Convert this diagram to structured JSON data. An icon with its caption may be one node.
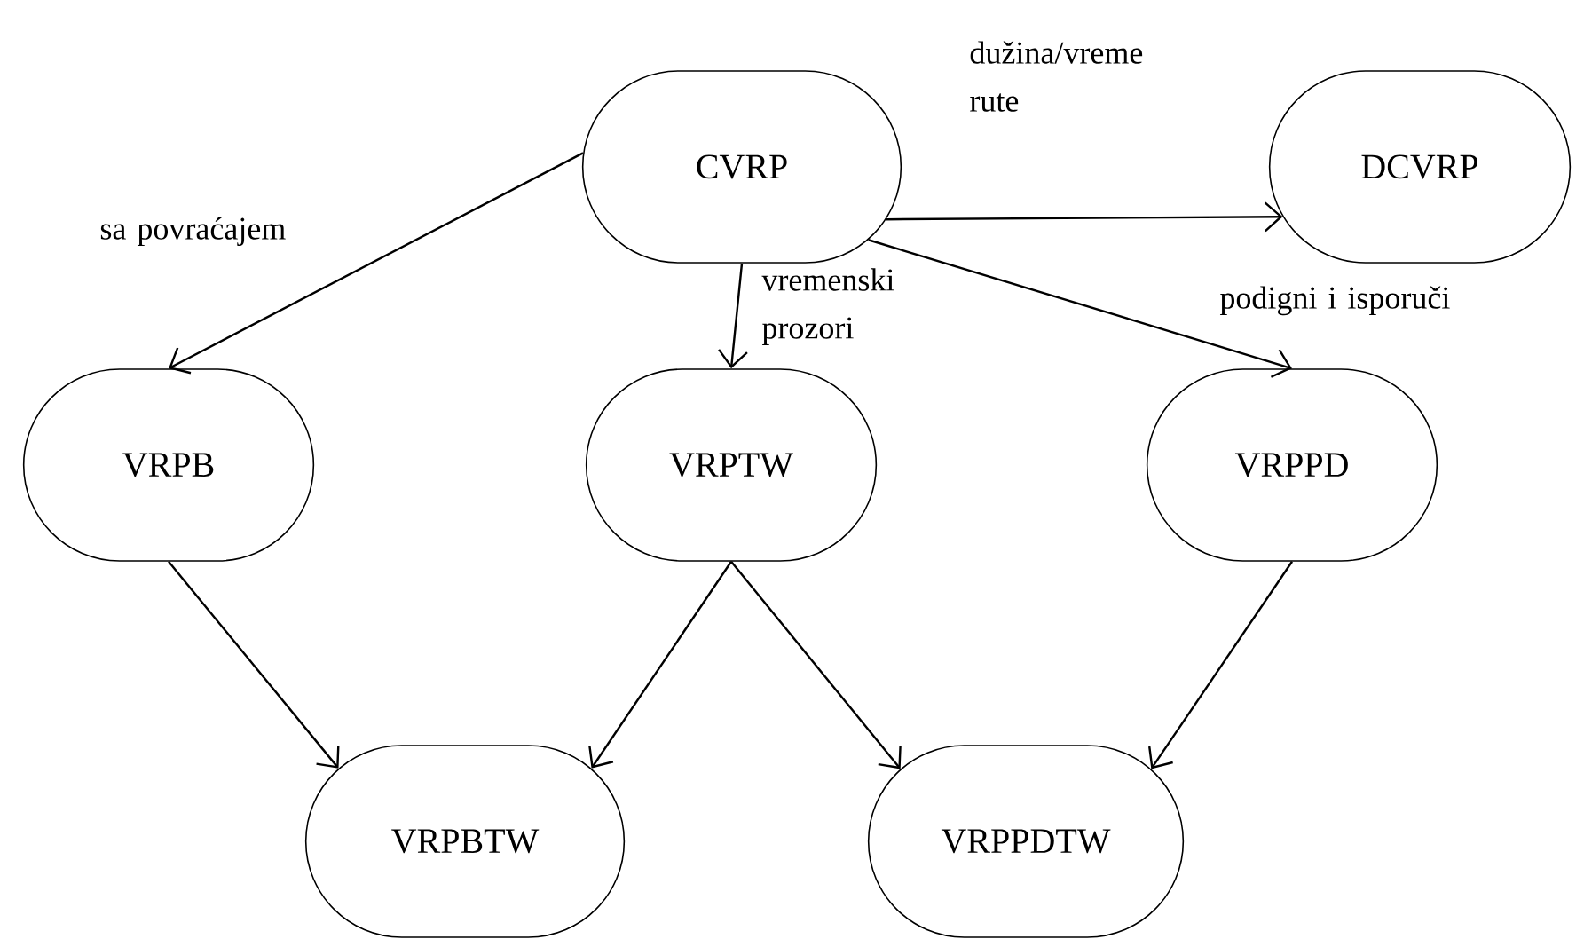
{
  "diagram": {
    "nodes": [
      {
        "text": [
          "CVRP"
        ]
      },
      {
        "text": [
          "DCVRP"
        ]
      },
      {
        "text": [
          "VRPB"
        ]
      },
      {
        "text": [
          "VRPTW"
        ]
      },
      {
        "text": [
          "VRPPD"
        ]
      },
      {
        "text": [
          "VRPBTW"
        ]
      },
      {
        "text": [
          "VRPPDTW"
        ]
      }
    ],
    "edges": [
      {
        "from": 0,
        "to": 1,
        "arrow": "to",
        "label": "dužina/vreme rute"
      },
      {
        "from": 0,
        "to": 2,
        "arrow": "to",
        "label": "sa povraćajem"
      },
      {
        "from": 0,
        "to": 3,
        "arrow": "to",
        "label": "vremenski prozori"
      },
      {
        "from": 0,
        "to": 4,
        "arrow": "to",
        "label": "podigni i isporuči"
      },
      {
        "from": 2,
        "to": 5,
        "arrow": "to"
      },
      {
        "from": 3,
        "to": 5,
        "arrow": "to"
      },
      {
        "from": 3,
        "to": 6,
        "arrow": "to"
      },
      {
        "from": 4,
        "to": 6,
        "arrow": "to"
      }
    ]
  }
}
